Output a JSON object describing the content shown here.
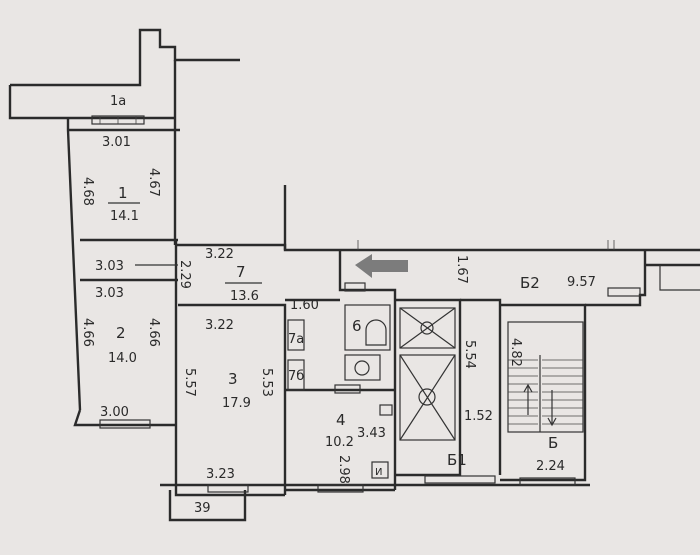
{
  "rooms": [
    {
      "id": "1a",
      "label": "1a"
    },
    {
      "id": "1",
      "number": "1",
      "area": "14.1",
      "width": "3.01",
      "length_left": "4.68",
      "length_right": "4.67"
    },
    {
      "id": "2",
      "number": "2",
      "area": "14.0",
      "width_top": "3.03",
      "width_bottom": "3.00",
      "length_left": "4.66",
      "length_right": "4.66"
    },
    {
      "id": "7",
      "number": "7",
      "area": "13.6",
      "width_top": "3.22",
      "width_bottom": "3.22",
      "side": "2.29"
    },
    {
      "id": "3",
      "number": "3",
      "area": "17.9",
      "width": "3.23",
      "length_left": "5.57",
      "length_right": "5.53"
    },
    {
      "id": "4",
      "number": "4",
      "area": "10.2",
      "width": "3.43",
      "depth": "2.98"
    },
    {
      "id": "6",
      "number": "6"
    },
    {
      "id": "7a",
      "number": "7а"
    },
    {
      "id": "7b",
      "number": "7б"
    },
    {
      "id": "B1",
      "number": "Б1",
      "length": "5.54",
      "width": "1.52"
    },
    {
      "id": "B2",
      "number": "Б2",
      "length": "9.57",
      "side": "1.67"
    },
    {
      "id": "B",
      "number": "Б",
      "width": "2.24",
      "length": "4.82"
    }
  ],
  "misc": {
    "corridor_width": "3.03",
    "corridor_len": "1.60",
    "balcony": "39",
    "stove_mark": "И"
  },
  "colors": {
    "paper": "#e9e6e4",
    "ink": "#2b2b2b",
    "arrow": "#7c7c7c"
  }
}
